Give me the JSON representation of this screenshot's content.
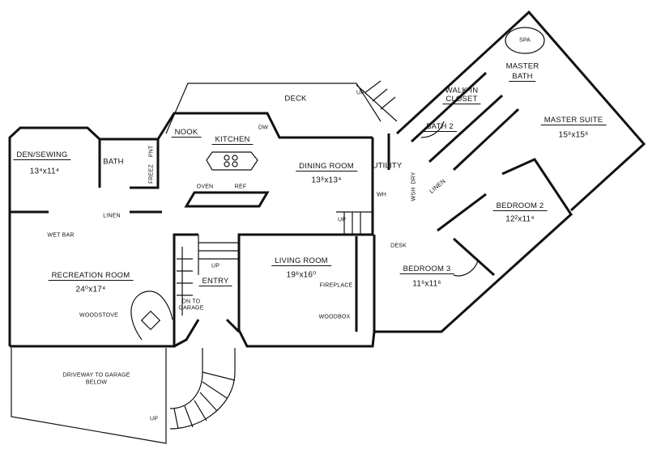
{
  "rooms": {
    "deck": "DECK",
    "nook": "NOOK",
    "kitchen": "KITCHEN",
    "dw": "DW",
    "den": {
      "name": "DEN/SEWING",
      "size": "13⁴x11⁴"
    },
    "bath": "BATH",
    "pantry": "PNT",
    "freezer": "FREEZ",
    "oven": "OVEN",
    "ref": "REF",
    "linen": "LINEN",
    "wet_bar": "WET BAR",
    "dining": {
      "name": "DINING ROOM",
      "size": "13⁸x13⁴"
    },
    "utility": "UTILITY",
    "wh": "WH",
    "wsh": "WSH",
    "dry": "DRY",
    "linen2": "LINEN",
    "desk": "DESK",
    "master_suite": {
      "name": "MASTER SUITE",
      "size": "15⁶x15⁶"
    },
    "master_bath": {
      "line1": "MASTER",
      "line2": "BATH"
    },
    "spa": "SPA",
    "walk_in": {
      "line1": "WALK-IN",
      "line2": "CLOSET"
    },
    "bath2": "BATH 2",
    "bedroom2": {
      "name": "BEDROOM 2",
      "size": "12²x11⁴"
    },
    "bedroom3": {
      "name": "BEDROOM 3",
      "size": "11⁶x11⁶"
    },
    "living": {
      "name": "LIVING ROOM",
      "size": "19⁶x16⁰"
    },
    "fireplace": "FIREPLACE",
    "woodbox": "WOODBOX",
    "entry": "ENTRY",
    "dn_garage": {
      "line1": "DN TO",
      "line2": "GARAGE"
    },
    "recreation": {
      "name": "RECREATION ROOM",
      "size": "24⁰x17⁴"
    },
    "woodstove": "WOODSTOVE",
    "driveway": {
      "line1": "DRIVEWAY TO GARAGE",
      "line2": "BELOW"
    }
  },
  "stairs": {
    "up1": "UP",
    "up2": "UP",
    "up3": "UP",
    "up4": "UP"
  }
}
